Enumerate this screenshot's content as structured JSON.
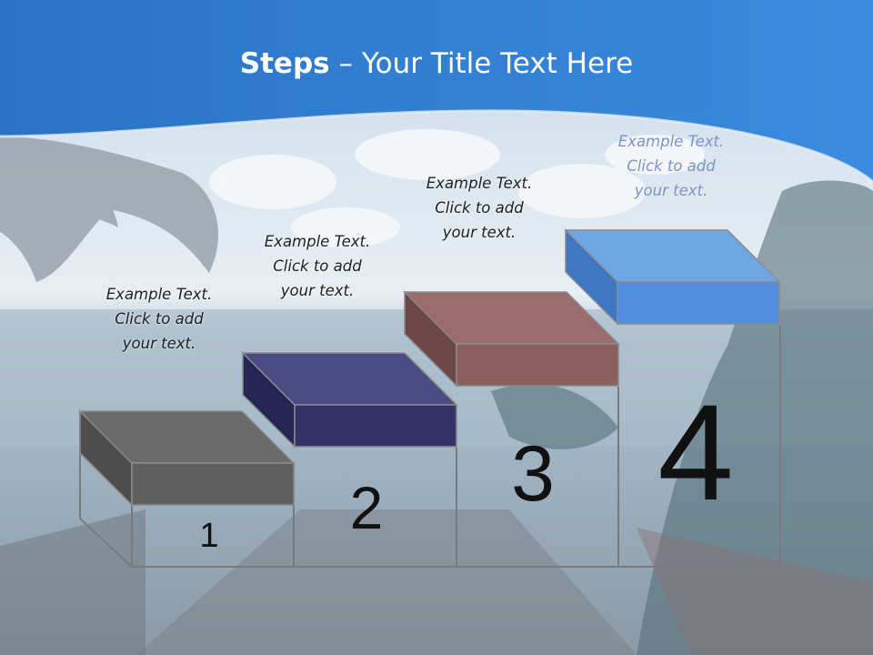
{
  "title": {
    "bold": "Steps",
    "separator": " – ",
    "rest": "Your Title Text Here"
  },
  "steps": [
    {
      "number": "1",
      "caption": [
        "Example Text.",
        "Click  to add",
        "your text."
      ],
      "top_color": "#6b6b6b",
      "front_color": "#5f5f5f",
      "side_color": "#4e4e4e"
    },
    {
      "number": "2",
      "caption": [
        "Example Text.",
        "Click  to add",
        "your text."
      ],
      "top_color": "#4a4b82",
      "front_color": "#33336a",
      "side_color": "#262655"
    },
    {
      "number": "3",
      "caption": [
        "Example Text.",
        "Click  to add",
        "your text."
      ],
      "top_color": "#9a6d6c",
      "front_color": "#8c5f5e",
      "side_color": "#6d4747"
    },
    {
      "number": "4",
      "caption": [
        "Example Text.",
        "Click  to add",
        "your text."
      ],
      "top_color": "#6fa6e4",
      "front_color": "#4f8fde",
      "side_color": "#3f78c0"
    }
  ],
  "colors": {
    "header_blue": "#2f7fd6",
    "outline": "#7a7a7a"
  }
}
